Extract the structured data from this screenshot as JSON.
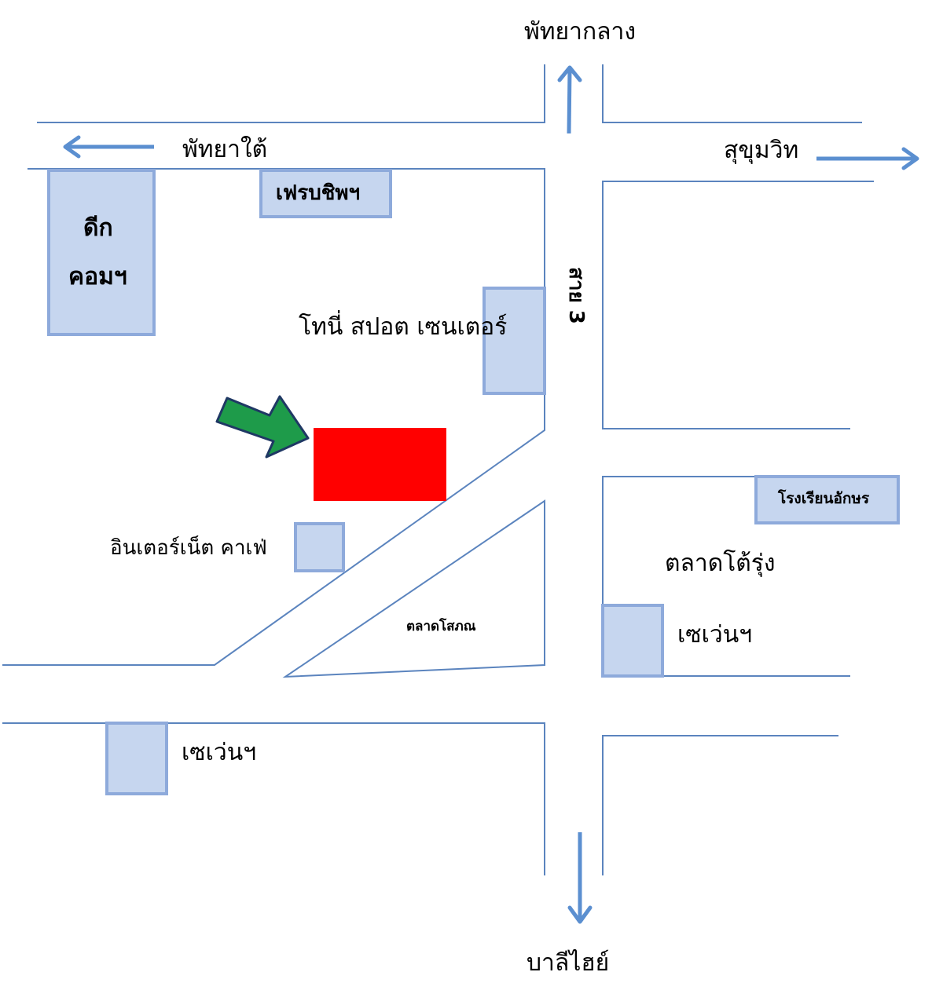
{
  "directions": {
    "north": "พัทยากลาง",
    "west": "พัทยาใต้",
    "east": "สุขุมวิท",
    "south": "บาลีไฮย์"
  },
  "streets": {
    "sai3": "สาย 3"
  },
  "landmarks": {
    "dig_com_line1": "ดีก",
    "dig_com_line2": "คอมฯ",
    "fresh_ship": "เฟรบชิพฯ",
    "tony_sport": "โทนี่ สปอต เซนเตอร์",
    "internet_cafe": "อินเตอร์เน็ต คาเฟ่",
    "talad_sophon": "ตลาดโสภณ",
    "school": "โรงเรียนอักษร",
    "talad_torung": "ตลาดโต้รุ่ง",
    "seven_east": "เซเว่นฯ",
    "seven_west": "เซเว่นฯ"
  },
  "colors": {
    "road": "#5b84be",
    "building_fill": "#c6d6ef",
    "target": "#ff0000",
    "pointer": "#1e9b4a"
  }
}
